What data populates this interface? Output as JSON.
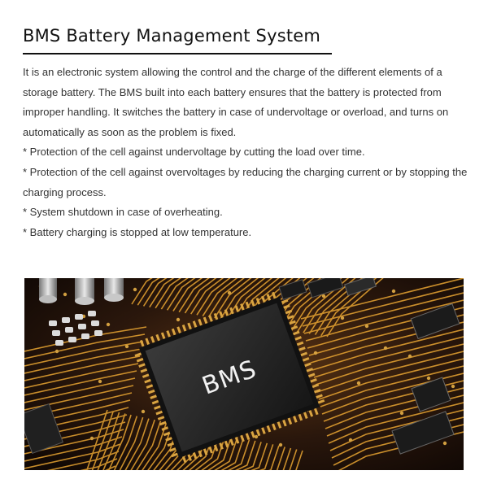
{
  "title": "BMS Battery Management System",
  "intro": "It is an electronic system allowing the control and the charge of the different elements of a storage battery. The BMS built into each battery ensures that the battery is protected from improper handling. It switches the battery in case of undervoltage or overload, and turns on automatically as soon as the problem is fixed.",
  "bullets": [
    "* Protection of the cell against undervoltage by cutting the load over time.",
    "* Protection of the cell against overvoltages by reducing the charging current or by stopping the charging process.",
    "* System shutdown in case of overheating.",
    "* Battery charging is stopped at low temperature."
  ],
  "image": {
    "chip_label": "BMS",
    "colors": {
      "board": "#1e120b",
      "trace": "#e8a532",
      "chip": "#2a2a2a"
    }
  }
}
